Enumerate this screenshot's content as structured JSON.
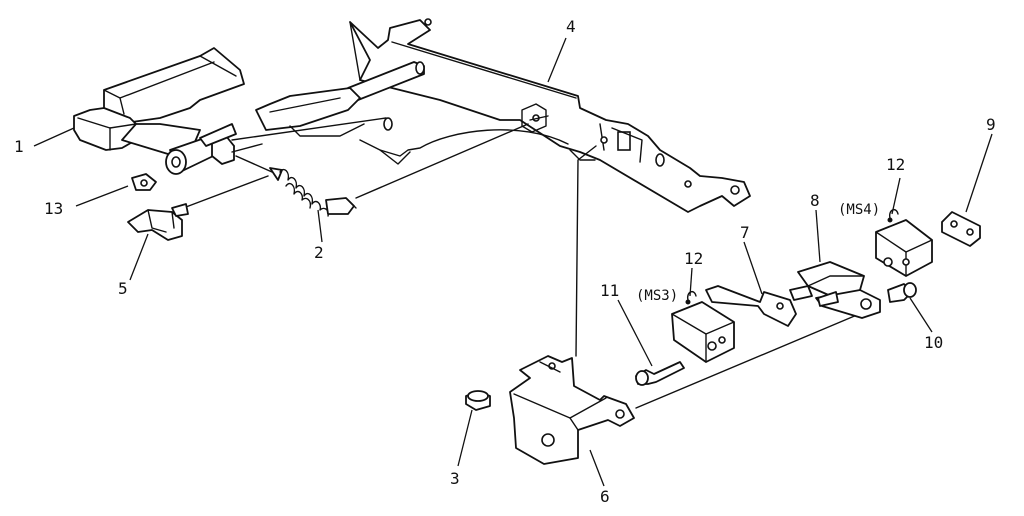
{
  "callouts": {
    "c1": "1",
    "c2": "2",
    "c3": "3",
    "c4": "4",
    "c5": "5",
    "c6": "6",
    "c7": "7",
    "c8": "8",
    "c9": "9",
    "c10": "10",
    "c11": "11",
    "c12a": "12",
    "c12b": "12",
    "c13": "13"
  },
  "switch_labels": {
    "ms3": "(MS3)",
    "ms4": "(MS4)"
  },
  "colors": {
    "ink": "#111111",
    "paper": "#ffffff"
  }
}
